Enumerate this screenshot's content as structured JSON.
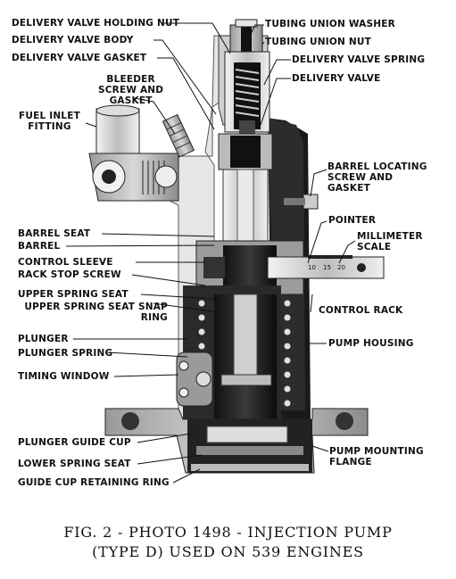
{
  "labels": {
    "delivery_valve_holding_nut": "DELIVERY VALVE HOLDING NUT",
    "delivery_valve_body": "DELIVERY VALVE BODY",
    "delivery_valve_gasket": "DELIVERY VALVE GASKET",
    "bleeder_screw_1": "BLEEDER",
    "bleeder_screw_2": "SCREW AND",
    "bleeder_screw_3": "GASKET",
    "fuel_inlet_1": "FUEL INLET",
    "fuel_inlet_2": "FITTING",
    "tubing_union_washer": "TUBING UNION WASHER",
    "tubing_union_nut": "TUBING UNION NUT",
    "delivery_valve_spring": "DELIVERY VALVE SPRING",
    "delivery_valve": "DELIVERY VALVE",
    "barrel_locating_1": "BARREL LOCATING",
    "barrel_locating_2": "SCREW AND",
    "barrel_locating_3": "GASKET",
    "pointer": "POINTER",
    "millimeter_1": "MILLIMETER",
    "millimeter_2": "SCALE",
    "barrel_seat": "BARREL SEAT",
    "barrel": "BARREL",
    "control_sleeve": "CONTROL SLEEVE",
    "rack_stop_screw": "RACK STOP SCREW",
    "upper_spring_seat": "UPPER SPRING SEAT",
    "upper_snap_1": "UPPER SPRING SEAT SNAP",
    "upper_snap_2": "RING",
    "control_rack": "CONTROL RACK",
    "plunger": "PLUNGER",
    "plunger_spring": "PLUNGER SPRING",
    "pump_housing": "PUMP HOUSING",
    "timing_window": "TIMING WINDOW",
    "plunger_guide_cup": "PLUNGER GUIDE CUP",
    "lower_spring_seat": "LOWER SPRING SEAT",
    "guide_cup_retaining_ring": "GUIDE CUP RETAINING RING",
    "pump_mounting_1": "PUMP MOUNTING",
    "pump_mounting_2": "FLANGE"
  },
  "scale_marks": [
    "10",
    "15",
    "20"
  ],
  "caption": {
    "line1": "FIG. 2 - PHOTO 1498 - INJECTION PUMP",
    "line2": "(TYPE D) USED ON 539 ENGINES"
  },
  "colors": {
    "ink": "#111111",
    "dark": "#1a1a1a",
    "mid": "#6e6e6e",
    "light": "#d8d8d8"
  }
}
